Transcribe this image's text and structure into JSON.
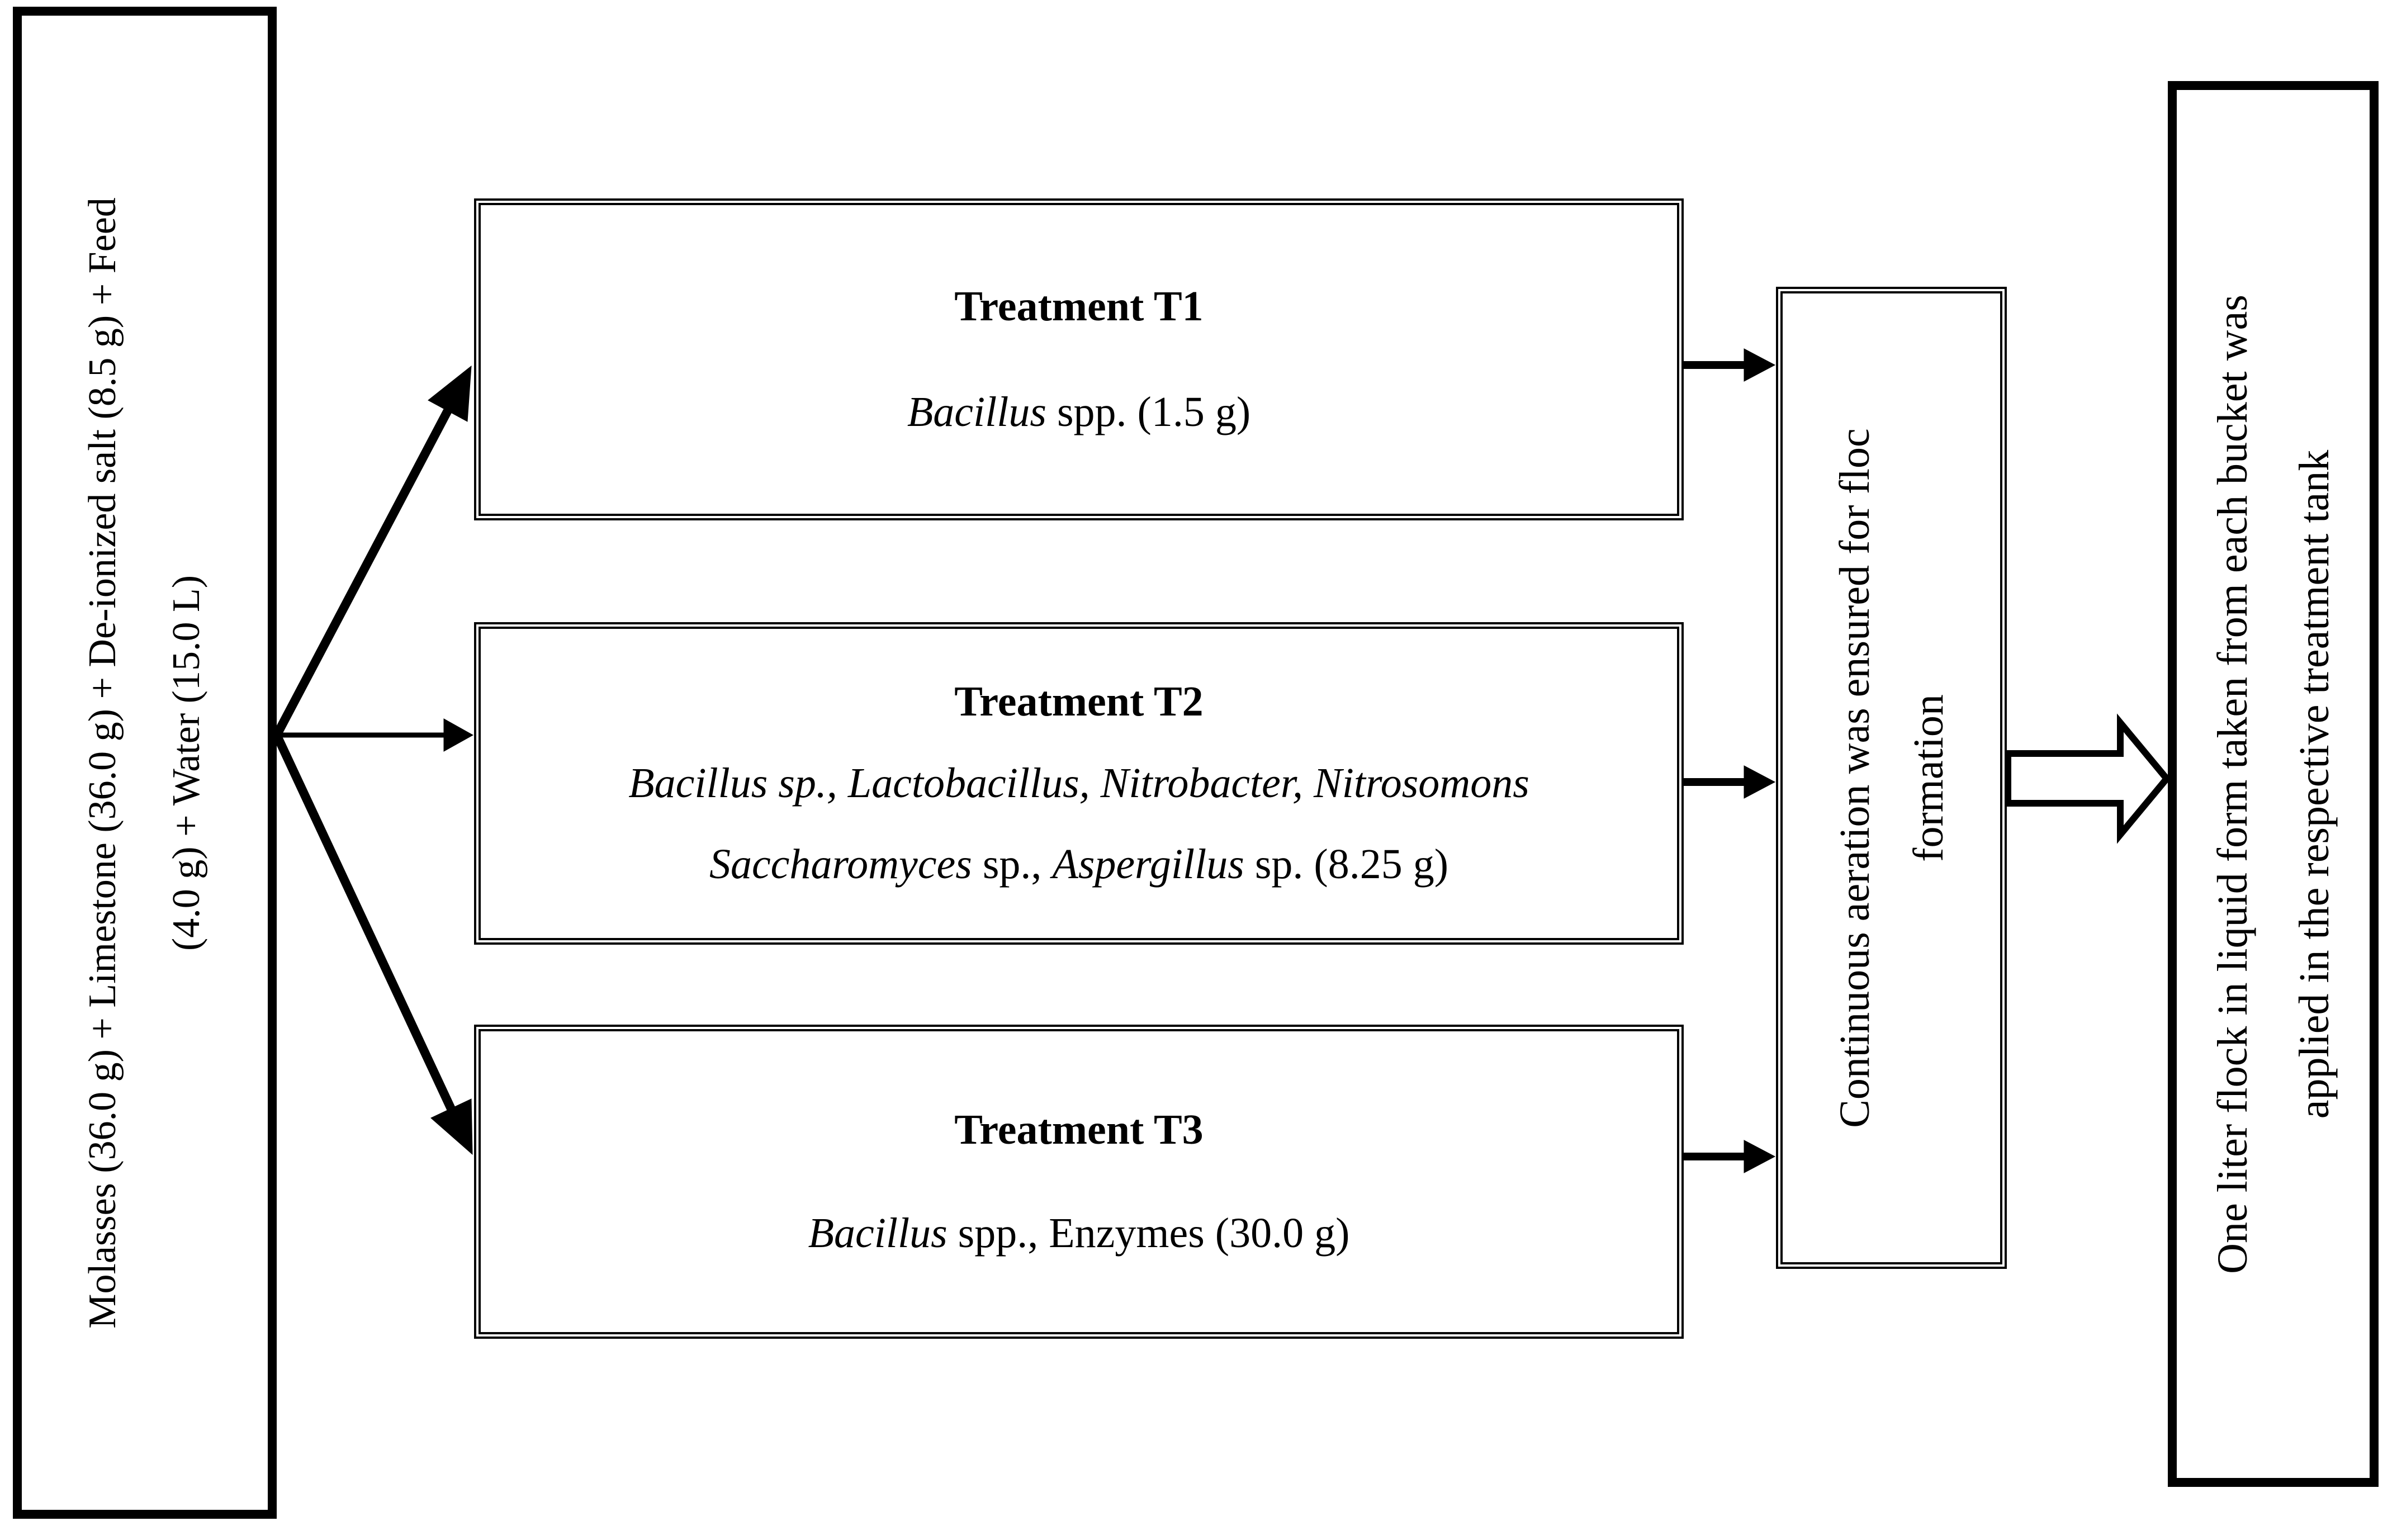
{
  "colors": {
    "ink": "#000000",
    "paper": "#ffffff"
  },
  "boxes": {
    "ingredients": {
      "lines": [
        [
          {
            "t": "Molasses (36.0 g) + Limestone (36.0 g) + De-ionized salt (8.5 g) + Feed"
          }
        ],
        [
          {
            "t": "(4.0 g) + Water (15.0 L)"
          }
        ]
      ]
    },
    "t1": {
      "lines": [
        [
          {
            "t": "Treatment T1",
            "b": true
          }
        ],
        [
          {
            "t": "Bacillus",
            "i": true
          },
          {
            "t": " spp. (1.5 g)"
          }
        ]
      ]
    },
    "t2": {
      "lines": [
        [
          {
            "t": "Treatment T2",
            "b": true
          }
        ],
        [
          {
            "t": "Bacillus sp., Lactobacillus, Nitrobacter, Nitrosomons",
            "i": true
          }
        ],
        [
          {
            "t": "Saccharomyces",
            "i": true
          },
          {
            "t": " sp., "
          },
          {
            "t": "Aspergillus",
            "i": true
          },
          {
            "t": " sp. (8.25 g)"
          }
        ]
      ]
    },
    "t3": {
      "lines": [
        [
          {
            "t": "Treatment T3",
            "b": true
          }
        ],
        [
          {
            "t": "Bacillus",
            "i": true
          },
          {
            "t": " spp., Enzymes (30.0 g)"
          }
        ]
      ]
    },
    "aeration": {
      "lines": [
        [
          {
            "t": "Continuous aeration was ensured for floc"
          }
        ],
        [
          {
            "t": "formation"
          }
        ]
      ]
    },
    "output": {
      "lines": [
        [
          {
            "t": "One liter flock in liquid form taken from each bucket was"
          }
        ],
        [
          {
            "t": "applied in the respective treatment tank"
          }
        ]
      ]
    }
  }
}
